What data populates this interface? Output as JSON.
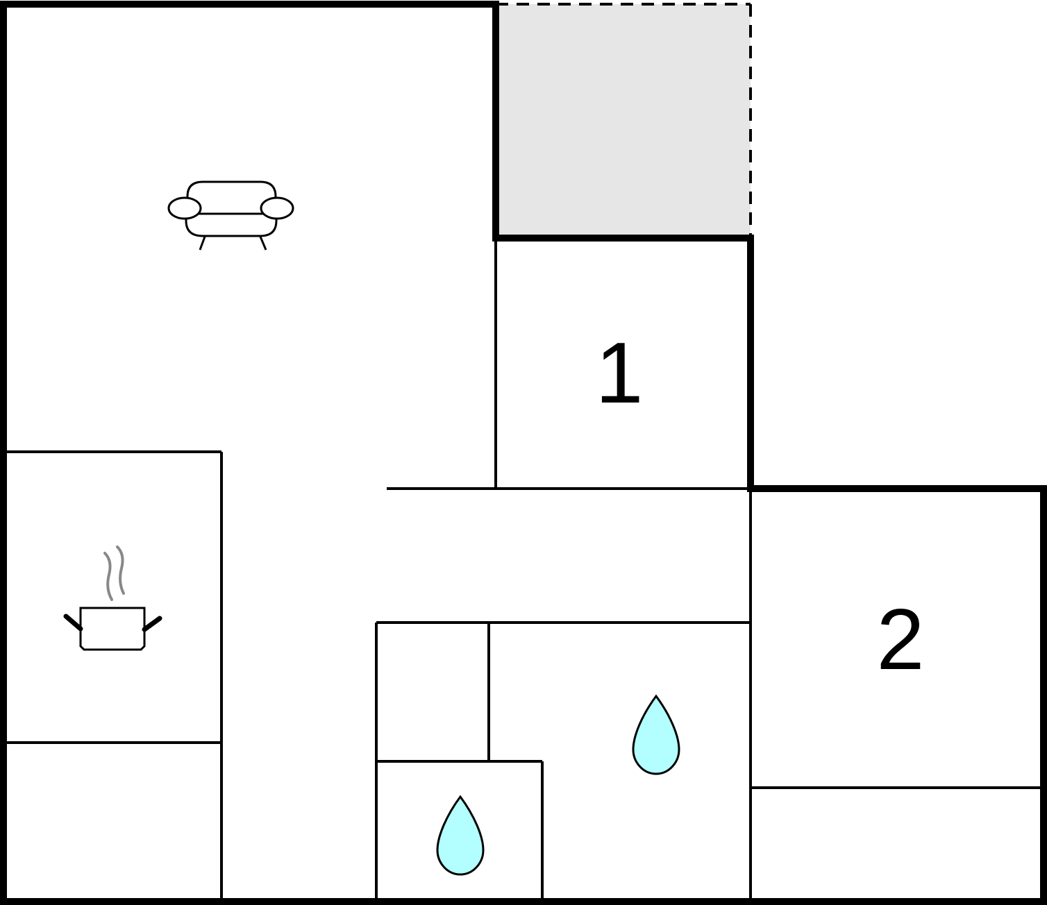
{
  "floorplan": {
    "rooms": [
      {
        "label": "1",
        "type": "bedroom"
      },
      {
        "label": "2",
        "type": "bedroom"
      }
    ],
    "icons": [
      "sofa-icon",
      "cooking-pot-icon",
      "water-drop-icon",
      "water-drop-icon"
    ],
    "colors": {
      "wall": "#000000",
      "background": "#ffffff",
      "terrace_fill": "#e6e6e6",
      "water_drop_fill": "#b3ffff",
      "steam": "#888888"
    }
  }
}
